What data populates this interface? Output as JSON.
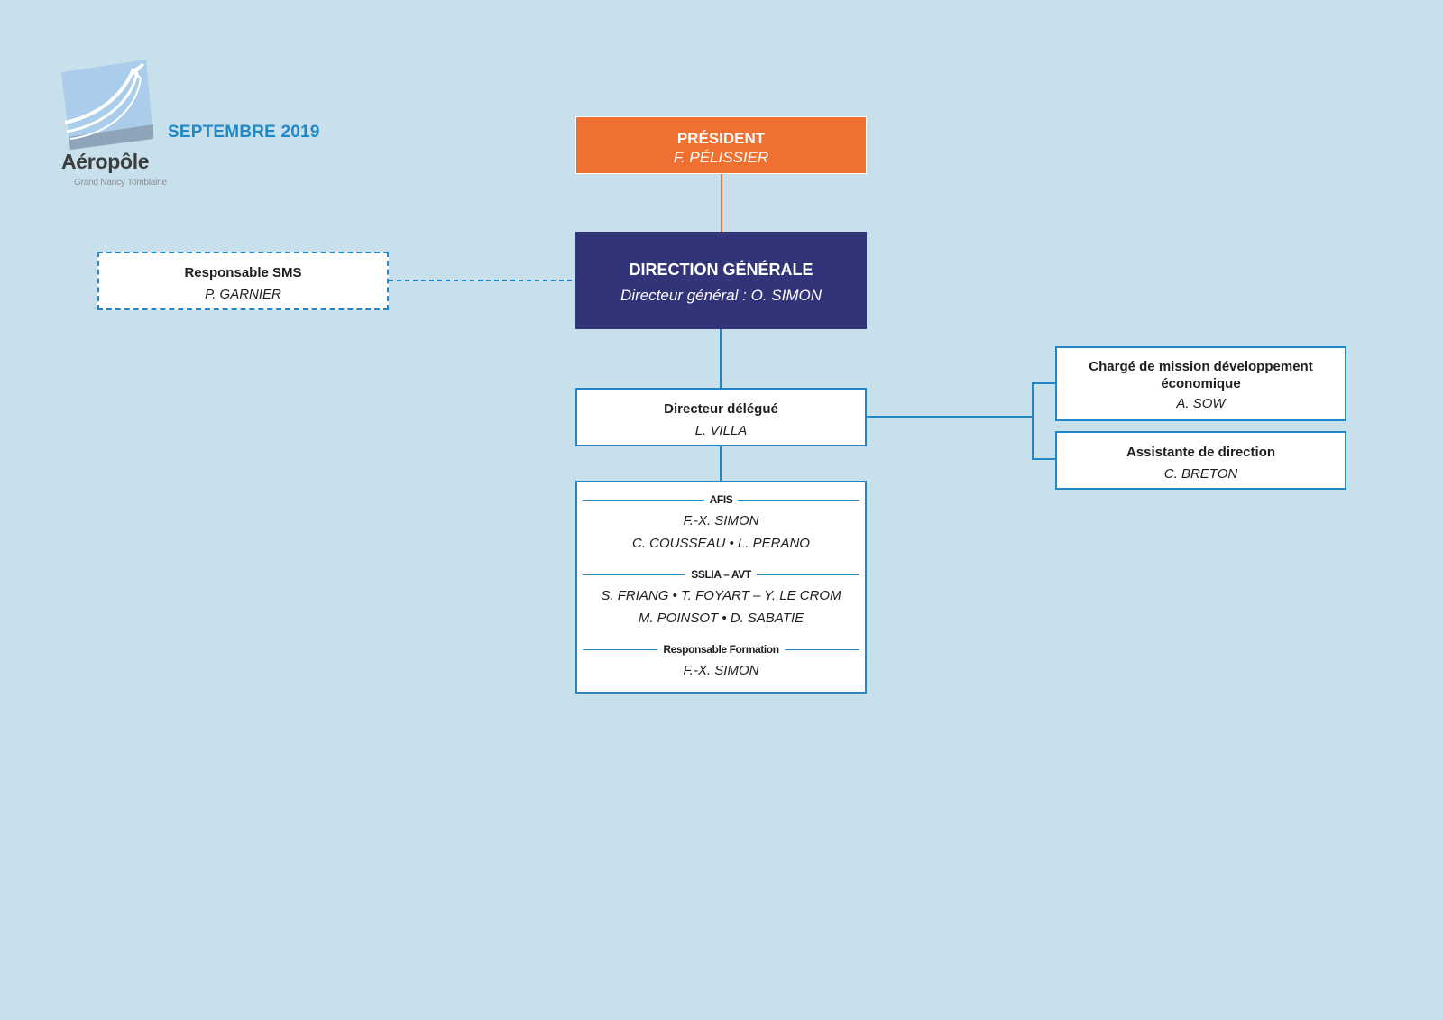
{
  "header": {
    "logo_name": "Aéropôle",
    "logo_sub": "Grand Nancy Tomblaine",
    "date": "SEPTEMBRE 2019"
  },
  "president": {
    "title": "PRÉSIDENT",
    "name": "F. PÉLISSIER"
  },
  "direction_generale": {
    "title": "DIRECTION GÉNÉRALE",
    "name": "Directeur général : O. SIMON"
  },
  "responsable_sms": {
    "title": "Responsable SMS",
    "name": "P. GARNIER"
  },
  "directeur_delegue": {
    "title": "Directeur délégué",
    "name": "L. VILLA"
  },
  "charge_mission": {
    "title": "Chargé de mission développement économique",
    "name": "A. SOW"
  },
  "assistante": {
    "title": "Assistante de direction",
    "name": "C. BRETON"
  },
  "services": {
    "afis": {
      "label": "AFIS",
      "line1": "F.-X. SIMON",
      "line2": "C. COUSSEAU • L. PERANO"
    },
    "sslia": {
      "label": "SSLIA – AVT",
      "line1": "S. FRIANG • T. FOYART – Y. LE CROM",
      "line2": "M. POINSOT • D. SABATIE"
    },
    "formation": {
      "label": "Responsable Formation",
      "line1": "F.-X. SIMON"
    }
  },
  "colors": {
    "background": "#c8e0ec",
    "president": "#ef7030",
    "direction": "#32347a",
    "accent_blue": "#1f88c8"
  }
}
